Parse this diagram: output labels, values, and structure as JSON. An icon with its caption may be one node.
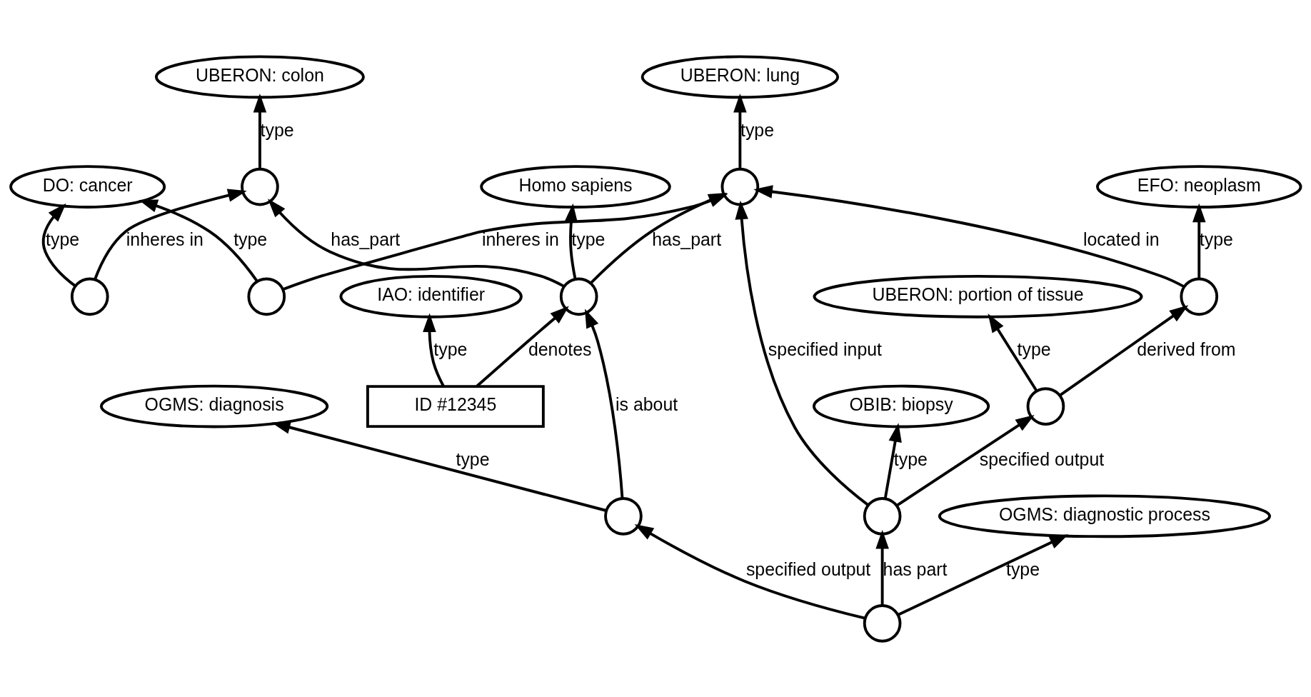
{
  "diagram": {
    "nodes": [
      {
        "text": [
          "UBERON: colon"
        ]
      },
      {
        "text": [
          "DO: cancer"
        ]
      },
      {
        "text": [
          "EFO: neoplasm"
        ]
      },
      {
        "text": [
          "UBERON: portion of tissue"
        ]
      },
      {
        "text": [
          "OBIB: biopsy"
        ]
      },
      {
        "text": [
          "OGMS: diagnostic process"
        ]
      },
      {
        "text": [
          "Homo sapiens"
        ]
      },
      {
        "text": [
          "UBERON: lung"
        ]
      },
      {
        "text": [
          "IAO: identifier"
        ]
      },
      {
        "text": [
          "OGMS: diagnosis"
        ]
      },
      {
        "text": [
          "ID #12345"
        ]
      },
      {
        "text": [],
        "shape": "circle"
      },
      {
        "text": [],
        "shape": "circle"
      },
      {
        "text": [],
        "shape": "circle"
      },
      {
        "text": [],
        "shape": "circle"
      },
      {
        "text": [],
        "shape": "circle"
      },
      {
        "text": [],
        "shape": "circle"
      },
      {
        "text": [],
        "shape": "circle"
      },
      {
        "text": [],
        "shape": "circle"
      },
      {
        "text": [],
        "shape": "circle"
      },
      {
        "text": [],
        "shape": "circle"
      }
    ],
    "edges": [
      {
        "from": 11,
        "to": 0,
        "arrow": "to",
        "label": "type"
      },
      {
        "from": 12,
        "to": 1,
        "arrow": "to",
        "label": "type"
      },
      {
        "from": 13,
        "to": 1,
        "arrow": "to",
        "label": "type"
      },
      {
        "from": 12,
        "to": 11,
        "arrow": "to",
        "label": "inheres in"
      },
      {
        "from": 13,
        "to": 17,
        "arrow": "to",
        "label": "inheres in"
      },
      {
        "from": 14,
        "to": 2,
        "arrow": "to",
        "label": "type"
      },
      {
        "from": 15,
        "to": 3,
        "arrow": "to",
        "label": "type"
      },
      {
        "from": 15,
        "to": 14,
        "arrow": "to",
        "label": "derived from"
      },
      {
        "from": 14,
        "to": 17,
        "arrow": "to",
        "label": "located in"
      },
      {
        "from": 17,
        "to": 7,
        "arrow": "to",
        "label": "type"
      },
      {
        "from": 18,
        "to": 17,
        "arrow": "to",
        "label": "specified input"
      },
      {
        "from": 18,
        "to": 15,
        "arrow": "to",
        "label": "specified output"
      },
      {
        "from": 18,
        "to": 4,
        "arrow": "to",
        "label": "type"
      },
      {
        "from": 19,
        "to": 18,
        "arrow": "to",
        "label": "has part"
      },
      {
        "from": 19,
        "to": 5,
        "arrow": "to",
        "label": "type"
      },
      {
        "from": 19,
        "to": 20,
        "arrow": "to",
        "label": "specified output"
      },
      {
        "from": 20,
        "to": 9,
        "arrow": "to",
        "label": "type"
      },
      {
        "from": 20,
        "to": 16,
        "arrow": "to",
        "label": "is about"
      },
      {
        "from": 16,
        "to": 11,
        "arrow": "to",
        "label": "has_part"
      },
      {
        "from": 16,
        "to": 6,
        "arrow": "to",
        "label": "type"
      },
      {
        "from": 16,
        "to": 17,
        "arrow": "to",
        "label": "has_part"
      },
      {
        "from": 10,
        "to": 8,
        "arrow": "to",
        "label": "type"
      },
      {
        "from": 10,
        "to": 16,
        "arrow": "to",
        "label": "denotes"
      }
    ]
  }
}
